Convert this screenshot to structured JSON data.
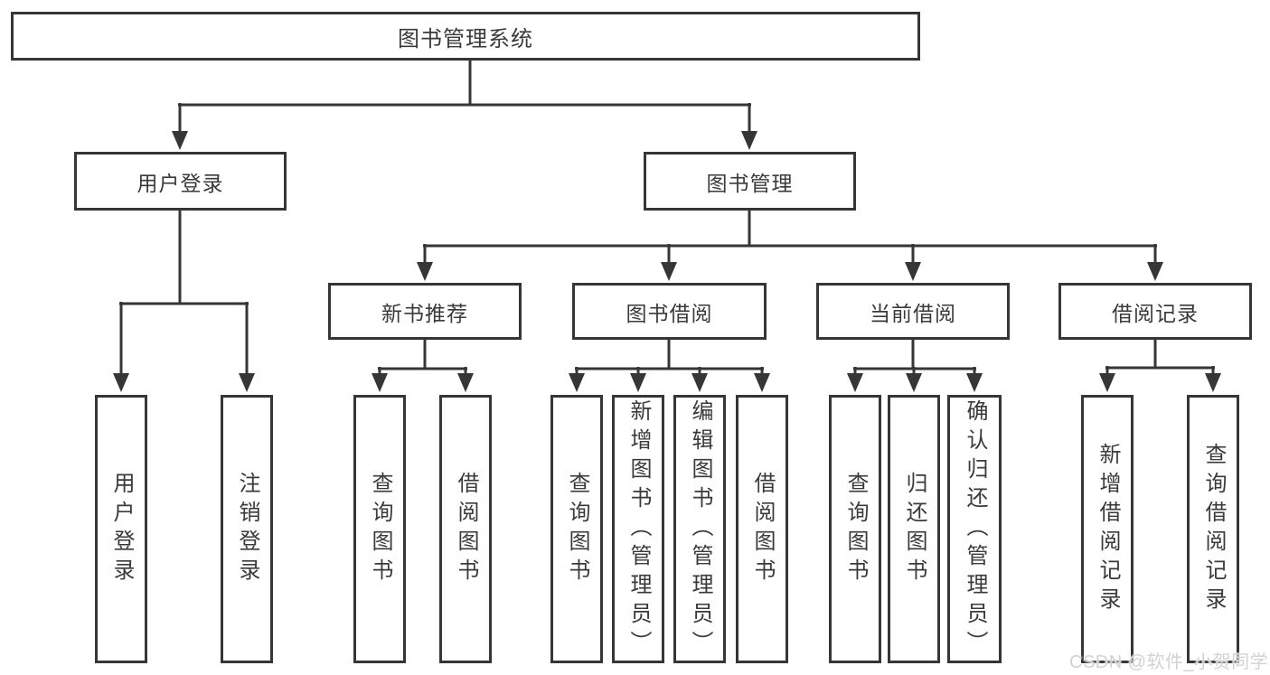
{
  "diagram": {
    "title": "图书管理系统",
    "root": {
      "label": "图书管理系统"
    },
    "level2": [
      {
        "label": "用户登录"
      },
      {
        "label": "图书管理"
      }
    ],
    "level3": [
      {
        "label": "新书推荐",
        "parent": "图书管理"
      },
      {
        "label": "图书借阅",
        "parent": "图书管理"
      },
      {
        "label": "当前借阅",
        "parent": "图书管理"
      },
      {
        "label": "借阅记录",
        "parent": "图书管理"
      }
    ],
    "leaves": [
      {
        "label": "用户登录",
        "parent": "用户登录"
      },
      {
        "label": "注销登录",
        "parent": "用户登录"
      },
      {
        "label": "查询图书",
        "parent": "新书推荐"
      },
      {
        "label": "借阅图书",
        "parent": "新书推荐"
      },
      {
        "label": "查询图书",
        "parent": "图书借阅"
      },
      {
        "label": "新增图书（管理员）",
        "parent": "图书借阅"
      },
      {
        "label": "编辑图书（管理员）",
        "parent": "图书借阅"
      },
      {
        "label": "借阅图书",
        "parent": "图书借阅"
      },
      {
        "label": "查询图书",
        "parent": "当前借阅"
      },
      {
        "label": "归还图书",
        "parent": "当前借阅"
      },
      {
        "label": "确认归还（管理员）",
        "parent": "当前借阅"
      },
      {
        "label": "新增借阅记录",
        "parent": "借阅记录"
      },
      {
        "label": "查询借阅记录",
        "parent": "借阅记录"
      }
    ]
  },
  "watermark": {
    "text": "CSDN @软件_小贺同学"
  },
  "colors": {
    "line": "#363636",
    "text": "#3a3a3a",
    "background": "#ffffff",
    "watermark": "#d2d2d2"
  }
}
